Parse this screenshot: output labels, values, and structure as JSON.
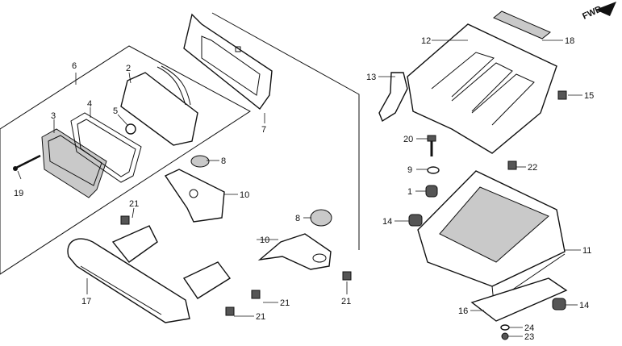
{
  "fwd_label": "FWD",
  "labels": {
    "l1": "1",
    "l2": "2",
    "l3": "3",
    "l4": "4",
    "l5": "5",
    "l6": "6",
    "l7": "7",
    "l8a": "8",
    "l8b": "8",
    "l9": "9",
    "l10a": "10",
    "l10b": "10",
    "l11": "11",
    "l12": "12",
    "l13": "13",
    "l14a": "14",
    "l14b": "14",
    "l15": "15",
    "l16": "16",
    "l17": "17",
    "l18": "18",
    "l19": "19",
    "l20": "20",
    "l21a": "21",
    "l21b": "21",
    "l21c": "21",
    "l21d": "21",
    "l22": "22",
    "l23": "23",
    "l24": "24"
  },
  "colors": {
    "line": "#111111",
    "background": "#ffffff",
    "shade": "#c9c9c9"
  }
}
